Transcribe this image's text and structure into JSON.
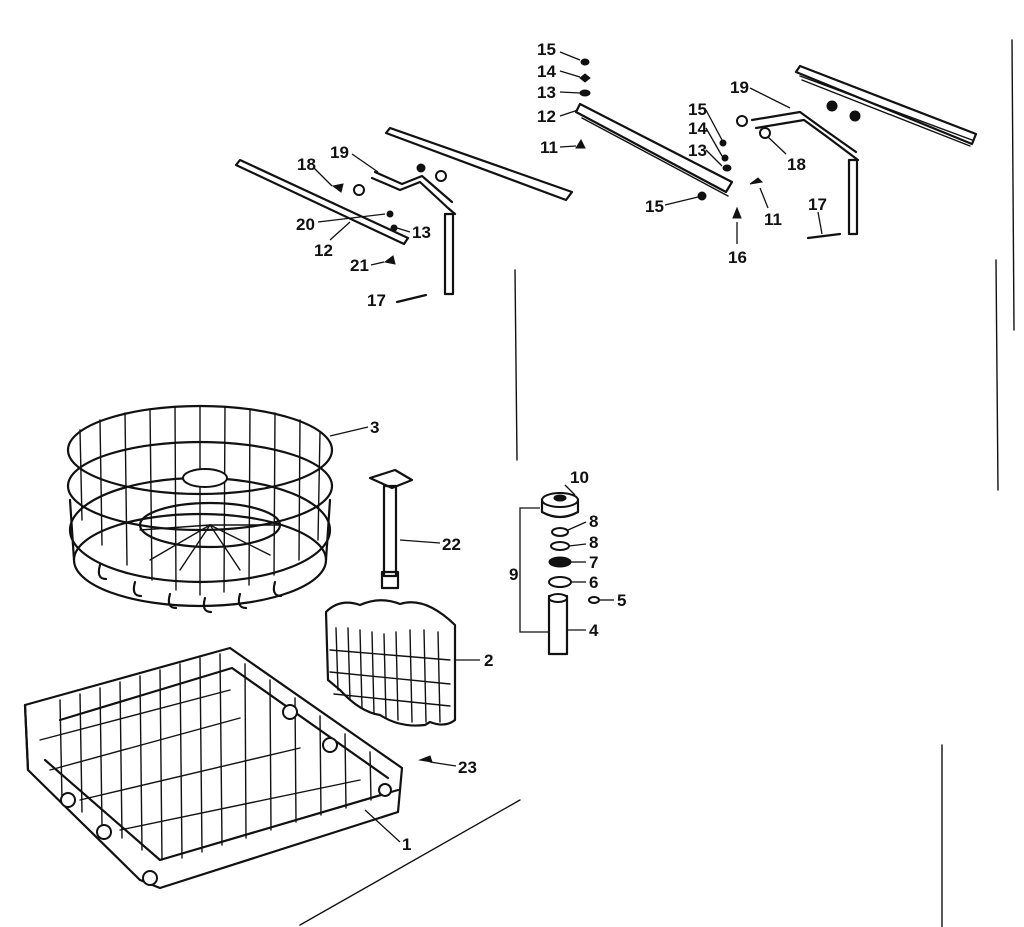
{
  "diagram": {
    "callouts": {
      "c1": "1",
      "c2": "2",
      "c3": "3",
      "c4": "4",
      "c5": "5",
      "c6": "6",
      "c7": "7",
      "c8a": "8",
      "c8b": "8",
      "c9": "9",
      "c10": "10",
      "c11a": "11",
      "c11b": "11",
      "c12a": "12",
      "c12b": "12",
      "c13a": "13",
      "c13b": "13",
      "c13c": "13",
      "c14a": "14",
      "c14b": "14",
      "c15a": "15",
      "c15b": "15",
      "c15c": "15",
      "c16": "16",
      "c17a": "17",
      "c17b": "17",
      "c18a": "18",
      "c18b": "18",
      "c19a": "19",
      "c19b": "19",
      "c20": "20",
      "c21": "21",
      "c22": "22",
      "c23": "23"
    }
  }
}
